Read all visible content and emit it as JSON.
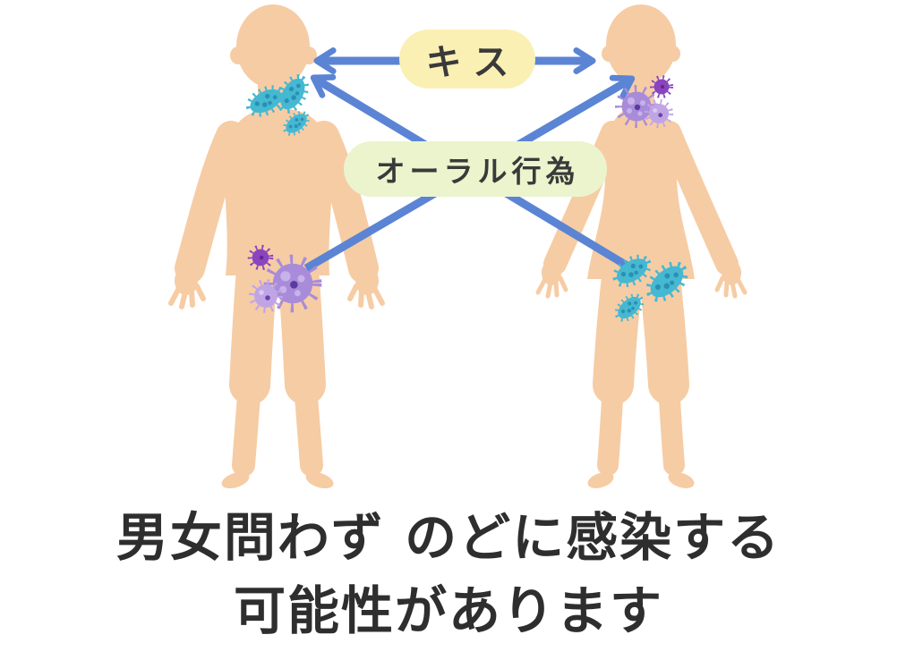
{
  "diagram": {
    "labels": {
      "kiss": "キス",
      "oral_act": "オーラル行為"
    },
    "caption": {
      "line1": "男女問わず のどに感染する",
      "line2": "可能性があります"
    },
    "figures": {
      "left": {
        "icon": "male-body-silhouette",
        "throat_pathogen": "bacteria-cluster-teal",
        "groin_pathogen": "virus-cluster-purple"
      },
      "right": {
        "icon": "female-body-silhouette",
        "throat_pathogen": "virus-cluster-purple",
        "groin_pathogen": "bacteria-cluster-teal"
      }
    },
    "arrows": [
      {
        "name": "kiss-arrow",
        "from": "left-throat",
        "to": "right-throat",
        "double_headed": true
      },
      {
        "name": "oral-arrow-to-left",
        "from": "right-groin",
        "to": "left-throat",
        "double_headed": false
      },
      {
        "name": "oral-arrow-to-right",
        "from": "left-groin",
        "to": "right-throat",
        "double_headed": false
      }
    ],
    "colors": {
      "skin": "#f6cca4",
      "arrow_blue": "#5b84d4",
      "kiss_label_bg": "#faf0b4",
      "oral_label_bg": "#ebf4cd",
      "bacteria_teal": "#45b8d2",
      "bacteria_dots": "#2b8fb4",
      "virus_purple": "#a88cd9",
      "virus_light": "#c0a5e5",
      "virus_dark": "#8b44be",
      "text": "#2e2e2e"
    }
  }
}
